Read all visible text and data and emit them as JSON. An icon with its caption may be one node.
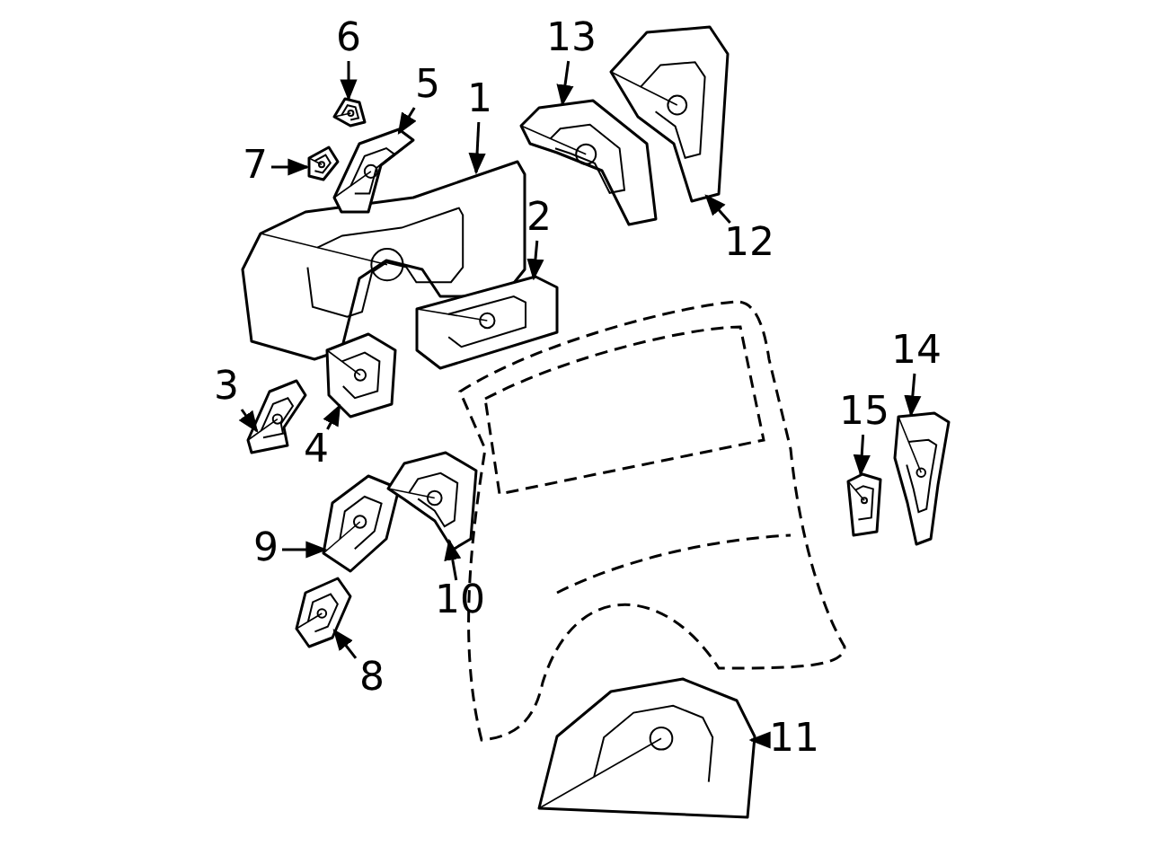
{
  "diagram": {
    "nodes": [
      {
        "text": [
          "1"
        ]
      },
      {
        "text": [
          "2"
        ]
      },
      {
        "text": [
          "3"
        ]
      },
      {
        "text": [
          "4"
        ]
      },
      {
        "text": [
          "5"
        ]
      },
      {
        "text": [
          "6"
        ]
      },
      {
        "text": [
          "7"
        ]
      },
      {
        "text": [
          "8"
        ]
      },
      {
        "text": [
          "9"
        ]
      },
      {
        "text": [
          "10"
        ]
      },
      {
        "text": [
          "11"
        ]
      },
      {
        "text": [
          "12"
        ]
      },
      {
        "text": [
          "13"
        ]
      },
      {
        "text": [
          "14"
        ]
      },
      {
        "text": [
          "15"
        ]
      },
      {
        "text": [],
        "shape": "picture"
      },
      {
        "text": [],
        "shape": "picture"
      },
      {
        "text": [],
        "shape": "picture"
      },
      {
        "text": [],
        "shape": "picture"
      },
      {
        "text": [],
        "shape": "picture"
      },
      {
        "text": [],
        "shape": "picture"
      },
      {
        "text": [],
        "shape": "picture"
      },
      {
        "text": [],
        "shape": "picture"
      },
      {
        "text": [],
        "shape": "picture"
      },
      {
        "text": [],
        "shape": "picture"
      },
      {
        "text": [],
        "shape": "picture"
      },
      {
        "text": [],
        "shape": "picture"
      },
      {
        "text": [],
        "shape": "picture"
      },
      {
        "text": [],
        "shape": "picture"
      },
      {
        "text": [],
        "shape": "picture"
      }
    ],
    "edges": [
      {
        "from": 0,
        "to": 15,
        "arrow": "to"
      },
      {
        "from": 1,
        "to": 16,
        "arrow": "to"
      },
      {
        "from": 2,
        "to": 17,
        "arrow": "to"
      },
      {
        "from": 3,
        "to": 18,
        "arrow": "to"
      },
      {
        "from": 4,
        "to": 19,
        "arrow": "to"
      },
      {
        "from": 5,
        "to": 20,
        "arrow": "to"
      },
      {
        "from": 6,
        "to": 21,
        "arrow": "to"
      },
      {
        "from": 7,
        "to": 22,
        "arrow": "to"
      },
      {
        "from": 8,
        "to": 23,
        "arrow": "to"
      },
      {
        "from": 9,
        "to": 24,
        "arrow": "to"
      },
      {
        "from": 10,
        "to": 25,
        "arrow": "to"
      },
      {
        "from": 11,
        "to": 26,
        "arrow": "to"
      },
      {
        "from": 12,
        "to": 27,
        "arrow": "to"
      },
      {
        "from": 13,
        "to": 28,
        "arrow": "to"
      },
      {
        "from": 14,
        "to": 29,
        "arrow": "to"
      }
    ]
  }
}
